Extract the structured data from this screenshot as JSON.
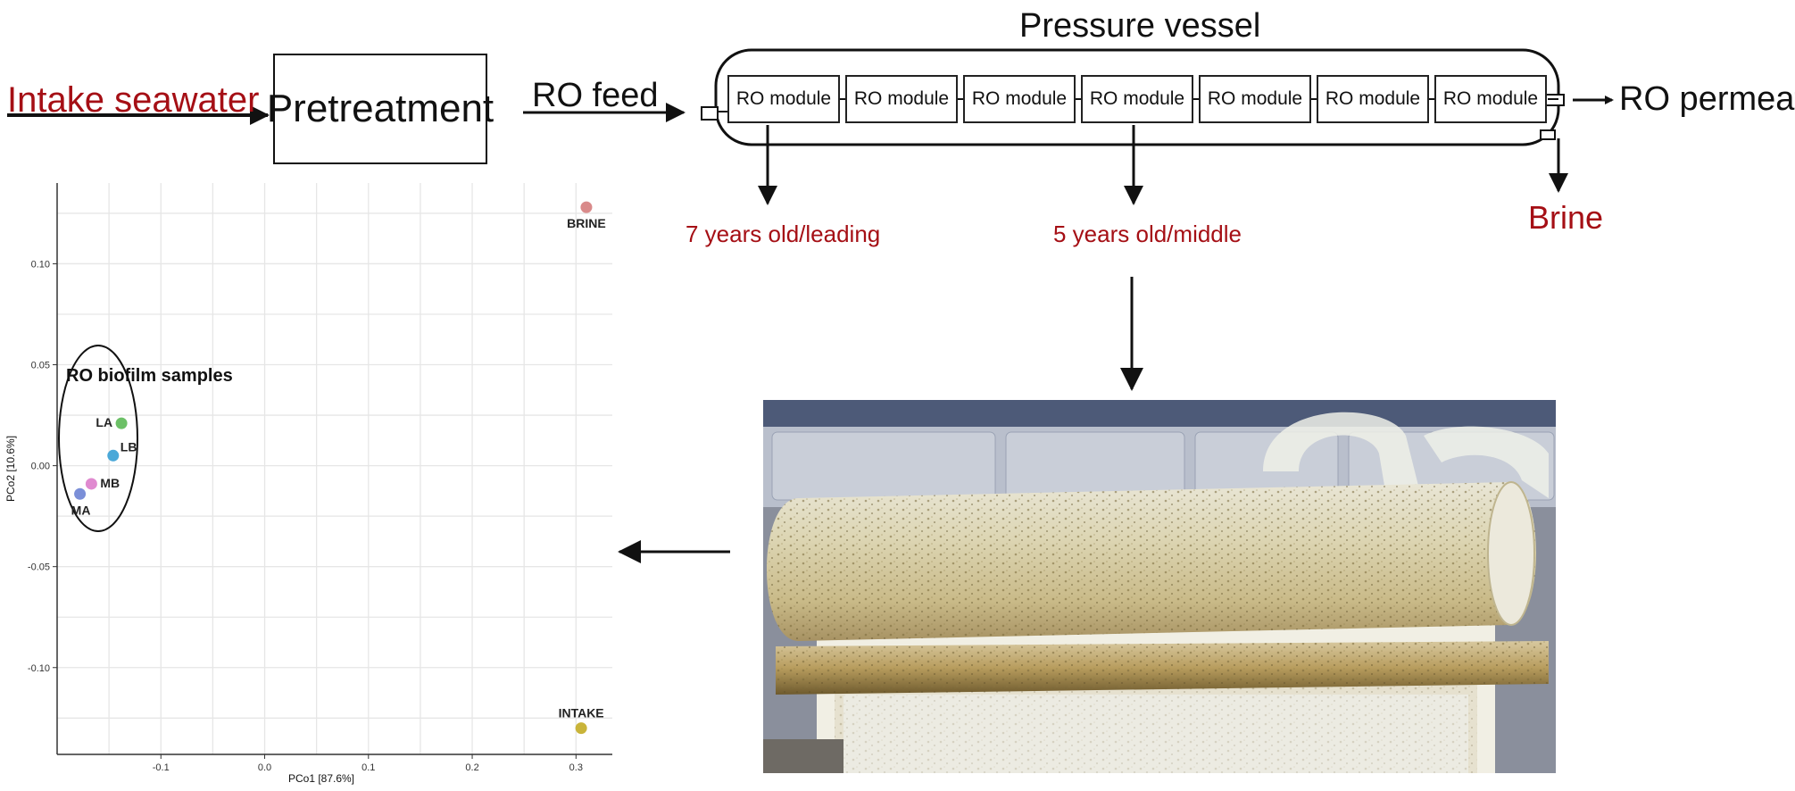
{
  "flow": {
    "intake_label": "Intake seawater",
    "pretreatment_label": "Pretreatment",
    "ro_feed_label": "RO feed",
    "pressure_vessel_label": "Pressure vessel",
    "module_labels": [
      "RO module",
      "RO module",
      "RO module",
      "RO module",
      "RO module",
      "RO module",
      "RO module"
    ],
    "permeate_label": "RO permeate",
    "brine_label": "Brine",
    "leading_label": "7 years old/leading",
    "middle_label": "5 years old/middle"
  },
  "colors": {
    "red_text": "#a50f15",
    "brine_point": "#d98a8a",
    "intake_point": "#c9b43a",
    "la_point": "#6cc067",
    "lb_point": "#4aa8d8",
    "mb_point": "#e08ad0",
    "ma_point": "#7b8fd8"
  },
  "photo": {
    "description_icon": "ro-membrane-photo"
  },
  "chart_data": {
    "type": "scatter",
    "xlabel": "PCo1 [87.6%]",
    "ylabel": "PCo2 [10.6%]",
    "xlim": [
      -0.2,
      0.335
    ],
    "ylim": [
      -0.143,
      0.14
    ],
    "xticks": [
      -0.1,
      0.0,
      0.1,
      0.2,
      0.3
    ],
    "xtick_labels": [
      "-0.1",
      "0.0",
      "0.1",
      "0.2",
      "0.3"
    ],
    "yticks": [
      0.1,
      0.05,
      0.0,
      -0.05,
      -0.1
    ],
    "ytick_labels": [
      "0.10",
      "0.05",
      "0.00",
      "-0.05",
      "-0.10"
    ],
    "grid": true,
    "annotation": "RO biofilm samples",
    "points": [
      {
        "label": "BRINE",
        "x": 0.31,
        "y": 0.128,
        "color": "#d98a8a"
      },
      {
        "label": "INTAKE",
        "x": 0.305,
        "y": -0.13,
        "color": "#c9b43a"
      },
      {
        "label": "LA",
        "x": -0.138,
        "y": 0.021,
        "color": "#6cc067"
      },
      {
        "label": "LB",
        "x": -0.146,
        "y": 0.005,
        "color": "#4aa8d8"
      },
      {
        "label": "MB",
        "x": -0.167,
        "y": -0.009,
        "color": "#e08ad0"
      },
      {
        "label": "MA",
        "x": -0.178,
        "y": -0.014,
        "color": "#7b8fd8"
      }
    ]
  }
}
